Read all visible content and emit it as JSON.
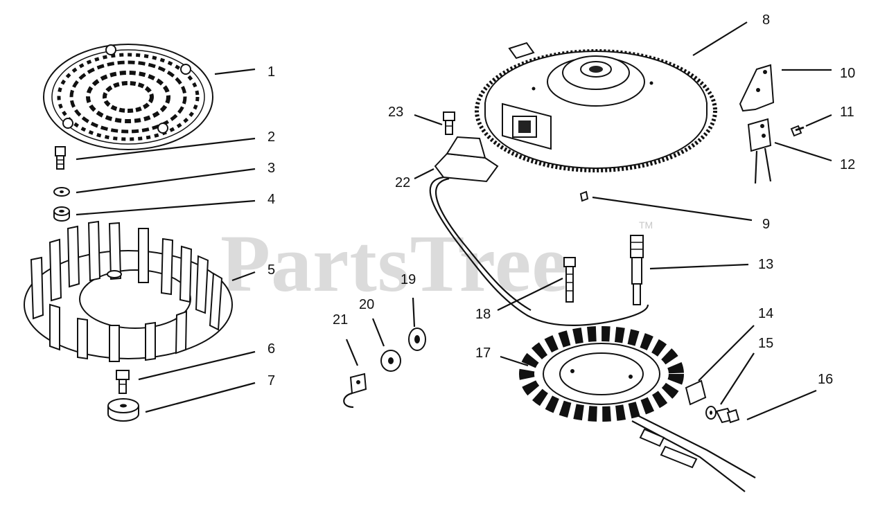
{
  "watermark": {
    "text": "PartsTree",
    "trademark": "TM"
  },
  "callouts": [
    "1",
    "2",
    "3",
    "4",
    "5",
    "6",
    "7",
    "8",
    "9",
    "10",
    "11",
    "12",
    "13",
    "14",
    "15",
    "16",
    "17",
    "18",
    "19",
    "20",
    "21",
    "22",
    "23"
  ]
}
